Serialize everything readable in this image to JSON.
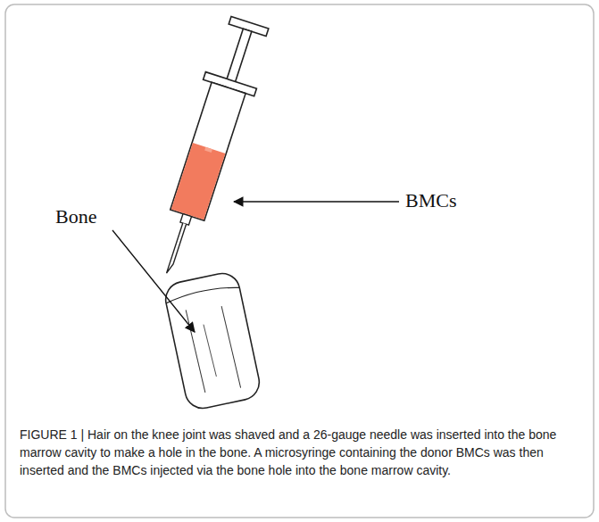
{
  "diagram": {
    "caption": "FIGURE 1 | Hair on the knee joint was shaved and a 26-gauge needle was inserted into the bone marrow cavity to make a hole in the bone. A microsyringe containing the donor BMCs was then inserted and the BMCs injected via the bone hole into the bone marrow cavity.",
    "labels": [
      "BMCs",
      "Bone"
    ]
  }
}
